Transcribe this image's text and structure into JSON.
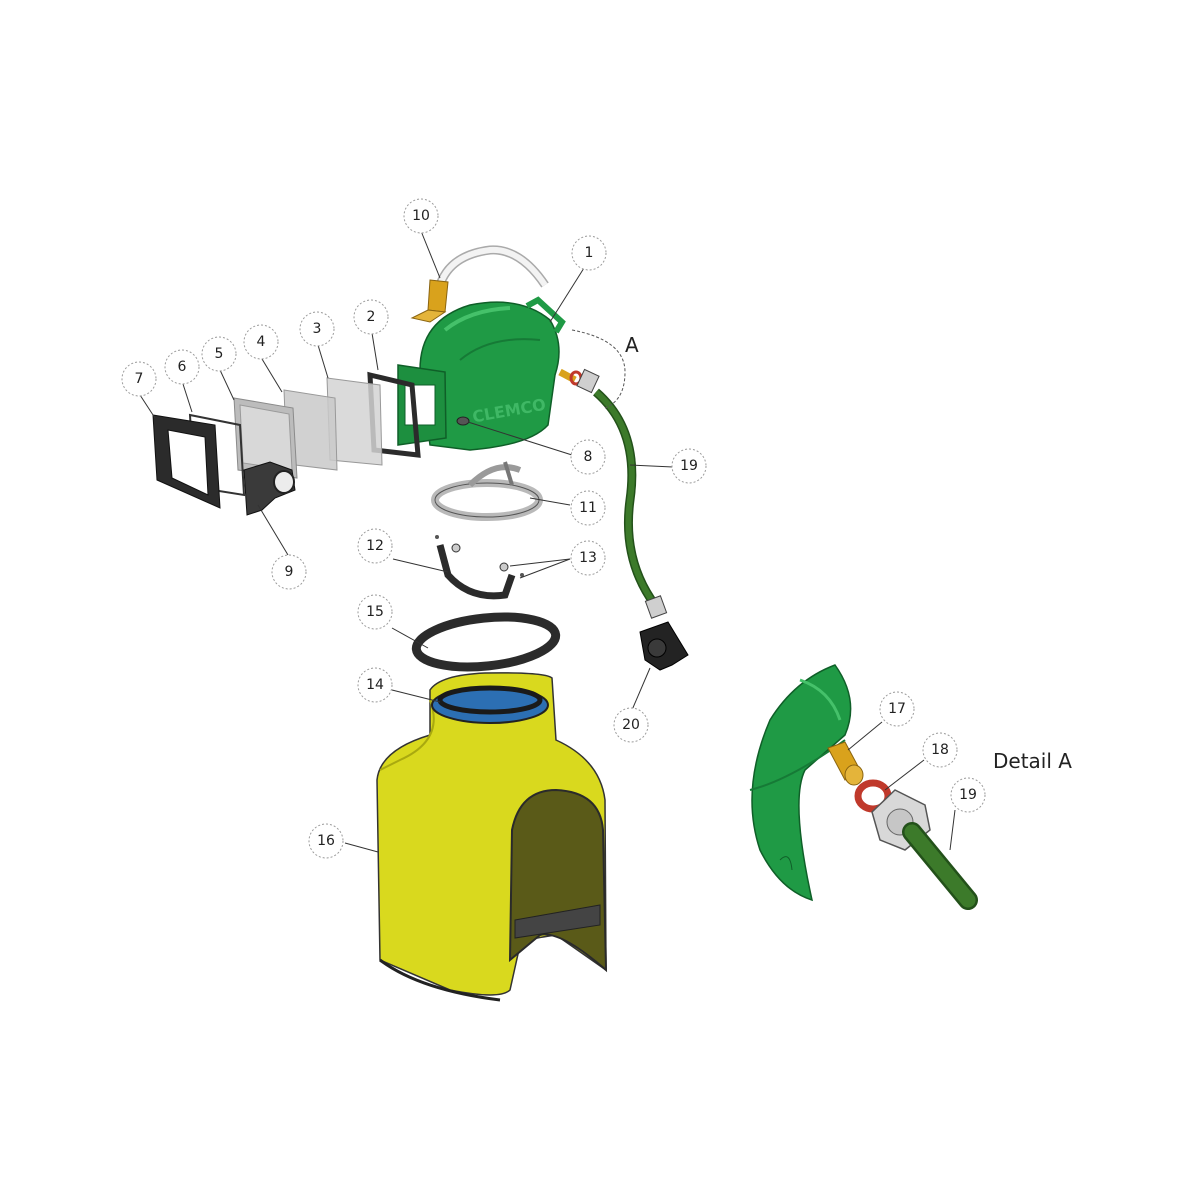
{
  "diagram": {
    "section_label": "A",
    "detail_label": "Detail A",
    "callouts": {
      "c1": "1",
      "c2": "2",
      "c3": "3",
      "c4": "4",
      "c5": "5",
      "c6": "6",
      "c7": "7",
      "c8": "8",
      "c9": "9",
      "c10": "10",
      "c11": "11",
      "c12": "12",
      "c13": "13",
      "c14": "14",
      "c15": "15",
      "c16": "16",
      "c17": "17",
      "c18": "18",
      "c19": "19",
      "c20": "20",
      "c19b": "19"
    },
    "logo_text": "CLEMCO",
    "colors": {
      "hood_green": "#1f9a45",
      "hose_green": "#3c7a2a",
      "cape_yellow": "#d6d61a",
      "inner_blue": "#2c6fb3",
      "frame_dark": "#2b2b2b",
      "fitting_gold": "#d9a21c",
      "washer_red": "#c0392b"
    }
  }
}
